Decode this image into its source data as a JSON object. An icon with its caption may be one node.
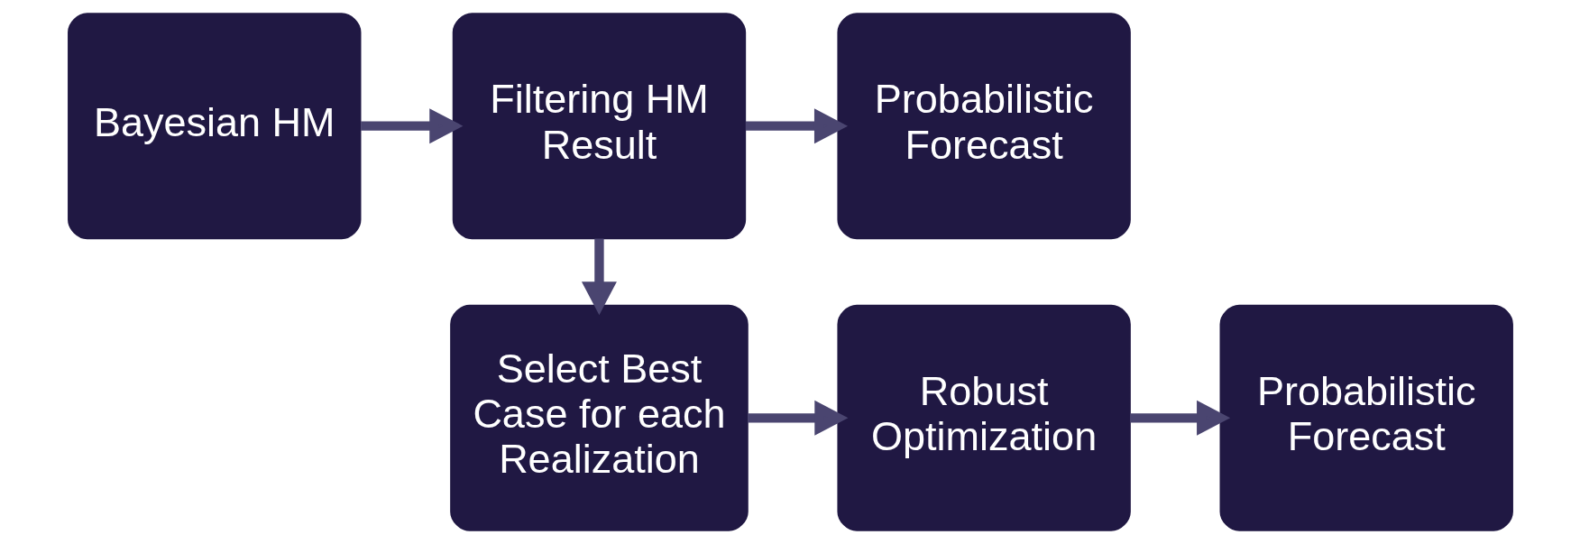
{
  "diagram": {
    "nodes": [
      {
        "text": [
          "Bayesian HM"
        ]
      },
      {
        "text": [
          "Filtering HM Result"
        ]
      },
      {
        "text": [
          "Probabilistic Forecast"
        ]
      },
      {
        "text": [
          "Select Best Case for each Realization"
        ]
      },
      {
        "text": [
          "Robust Optimization"
        ]
      },
      {
        "text": [
          "Probabilistic Forecast"
        ]
      }
    ],
    "edges": [
      {
        "from": 0,
        "to": 1,
        "arrow": "to"
      },
      {
        "from": 1,
        "to": 2,
        "arrow": "to"
      },
      {
        "from": 1,
        "to": 3,
        "arrow": "to"
      },
      {
        "from": 3,
        "to": 4,
        "arrow": "to"
      },
      {
        "from": 4,
        "to": 5,
        "arrow": "to"
      }
    ]
  }
}
